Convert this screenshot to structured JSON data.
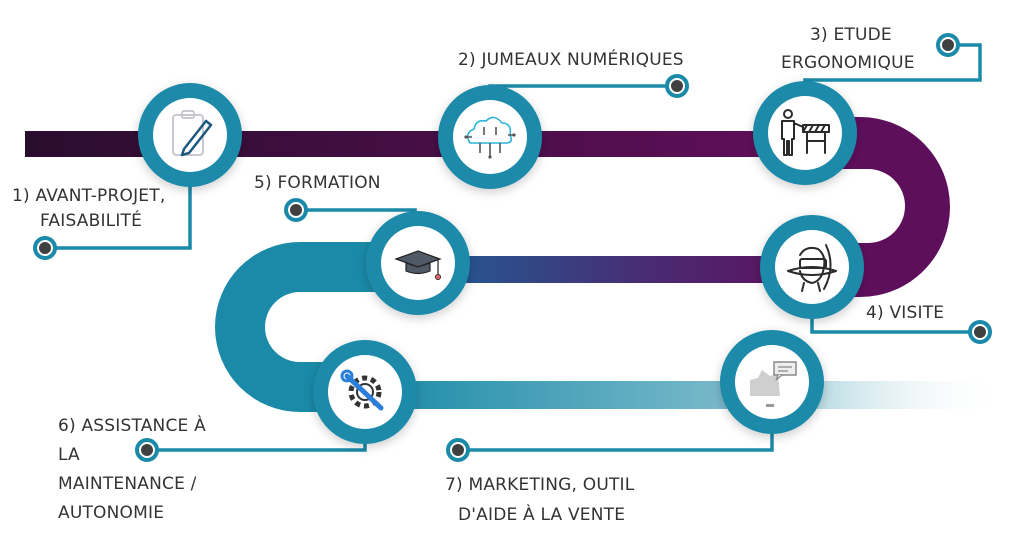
{
  "steps": [
    {
      "lines": [
        "1) AVANT-PROJET,",
        "FAISABILITÉ"
      ],
      "icon": "clipboard-pencil-icon"
    },
    {
      "lines": [
        "2) JUMEAUX NUMÉRIQUES"
      ],
      "icon": "digital-cloud-circuit-icon"
    },
    {
      "lines": [
        "3) ETUDE",
        "ERGONOMIQUE"
      ],
      "icon": "worker-barrier-icon"
    },
    {
      "lines": [
        "4) VISITE"
      ],
      "icon": "vr-headset-icon"
    },
    {
      "lines": [
        "5) FORMATION"
      ],
      "icon": "graduation-cap-icon"
    },
    {
      "lines": [
        "6) ASSISTANCE À",
        "LA",
        "MAINTENANCE /",
        "AUTONOMIE"
      ],
      "icon": "gear-wrench-icon"
    },
    {
      "lines": [
        "7) MARKETING, OUTIL",
        "D'AIDE À LA VENTE"
      ],
      "icon": "presentation-chat-icon"
    }
  ],
  "colors": {
    "teal": "#1a8aa8",
    "purple": "#5e0f5c",
    "dark_purple": "#2a0d2e",
    "text": "#333333"
  }
}
